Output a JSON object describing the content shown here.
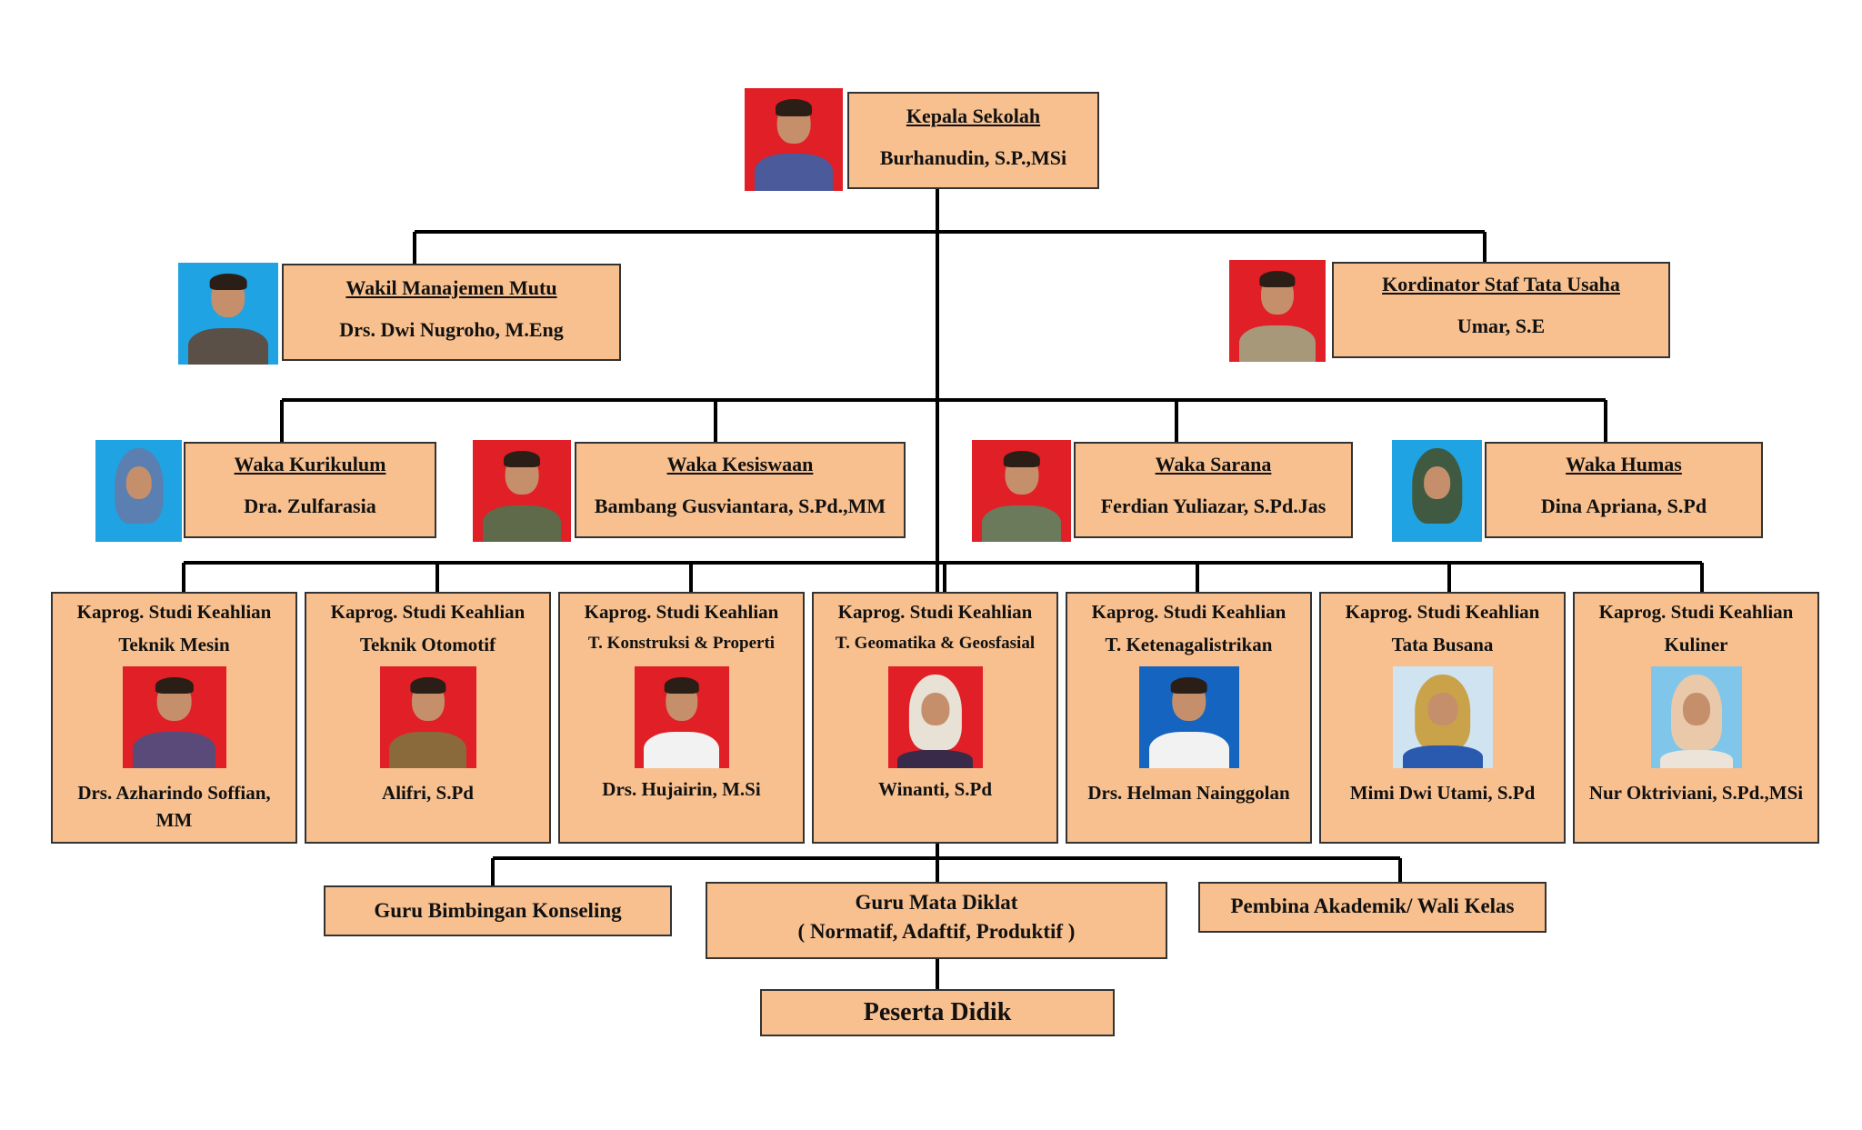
{
  "head": {
    "title": "Kepala Sekolah",
    "name": "Burhanudin, S.P.,MSi"
  },
  "wmm": {
    "title": "Wakil Manajemen Mutu",
    "name": "Drs. Dwi Nugroho, M.Eng"
  },
  "kstu": {
    "title": "Kordinator Staf Tata Usaha",
    "name": "Umar, S.E"
  },
  "waka": [
    {
      "title": "Waka Kurikulum",
      "name": "Dra. Zulfarasia"
    },
    {
      "title": "Waka Kesiswaan",
      "name": "Bambang Gusviantara, S.Pd.,MM"
    },
    {
      "title": "Waka Sarana",
      "name": "Ferdian Yuliazar, S.Pd.Jas"
    },
    {
      "title": "Waka Humas",
      "name": "Dina Apriana, S.Pd"
    }
  ],
  "kaprog_label": "Kaprog. Studi Keahlian",
  "kaprog": [
    {
      "program": "Teknik Mesin",
      "name": "Drs. Azharindo Soffian, MM"
    },
    {
      "program": "Teknik Otomotif",
      "name": "Alifri, S.Pd"
    },
    {
      "program": "T. Konstruksi & Properti",
      "name": "Drs. Hujairin, M.Si"
    },
    {
      "program": "T. Geomatika & Geosfasial",
      "name": "Winanti, S.Pd"
    },
    {
      "program": "T. Ketenagalistrikan",
      "name": "Drs. Helman Nainggolan"
    },
    {
      "program": "Tata Busana",
      "name": "Mimi Dwi Utami, S.Pd"
    },
    {
      "program": "Kuliner",
      "name": "Nur Oktriviani, S.Pd.,MSi"
    }
  ],
  "bottom": {
    "bk": "Guru Bimbingan Konseling",
    "gmd_line1": "Guru Mata Diklat",
    "gmd_line2": "( Normatif, Adaftif, Produktif )",
    "pembina": "Pembina Akademik/ Wali Kelas",
    "peserta": "Peserta Didik"
  },
  "colors": {
    "box_fill": "#f8c08f",
    "photo_red": "#e01f26",
    "photo_blue": "#1fa3e3",
    "line": "#000000"
  }
}
